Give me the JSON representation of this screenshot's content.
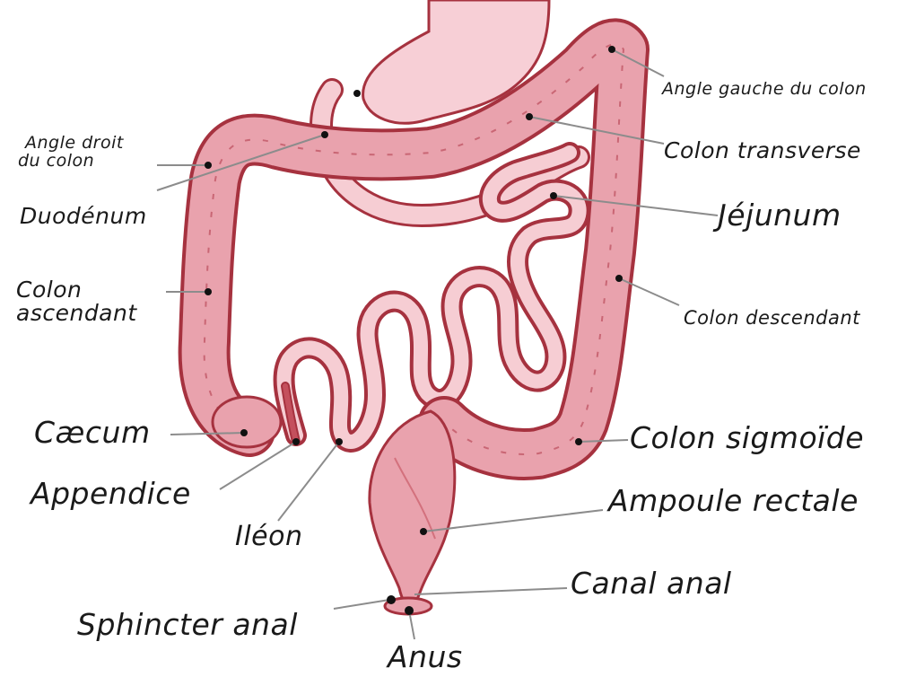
{
  "labels": {
    "angle_gauche": "Angle gauche du colon",
    "colon_transverse": "Colon transverse",
    "angle_droit_1": "Angle droit",
    "angle_droit_2": "du colon",
    "duodenum": "Duodénum",
    "jejunum": "Jéjunum",
    "colon_ascendant_1": "Colon",
    "colon_ascendant_2": "ascendant",
    "colon_descendant": "Colon descendant",
    "caecum": "Cæcum",
    "colon_sigmoide": "Colon sigmoïde",
    "appendice": "Appendice",
    "ileon": "Iléon",
    "ampoule_rectale": "Ampoule rectale",
    "canal_anal": "Canal anal",
    "sphincter_anal": "Sphincter anal",
    "anus": "Anus"
  },
  "colors": {
    "organ_fill": "#e9a2ad",
    "organ_edge": "#a6323f",
    "organ_light": "#f6cdd3",
    "leader_line": "#8c8c8c",
    "dot": "#111111",
    "text": "#1a1a1a"
  }
}
